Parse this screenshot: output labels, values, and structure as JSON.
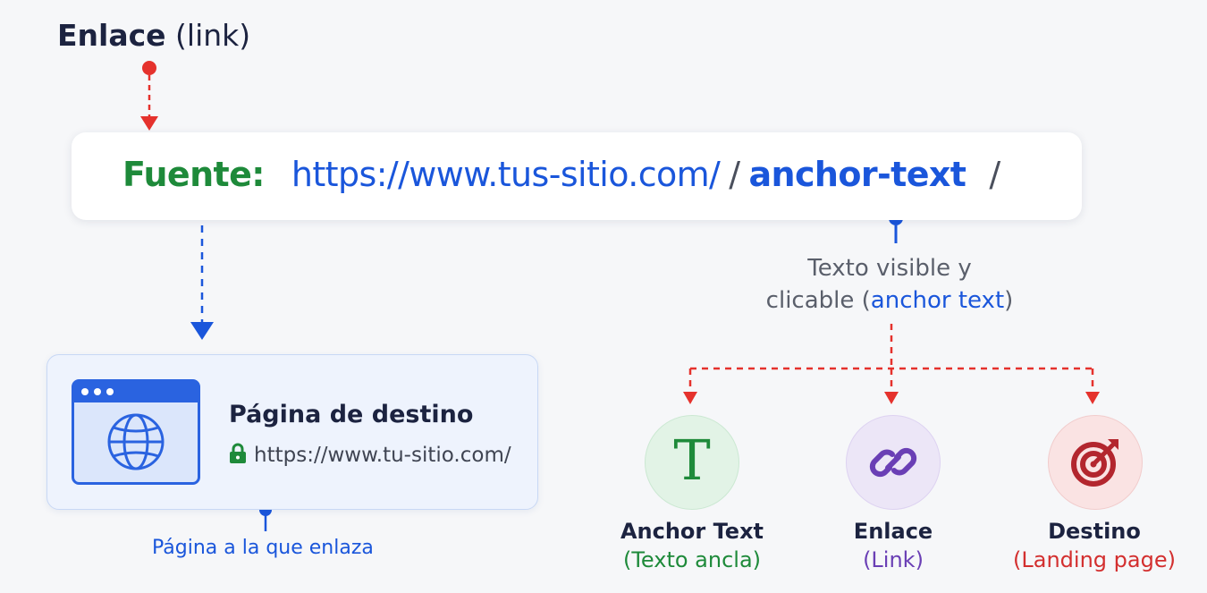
{
  "title": {
    "bold": "Enlace",
    "rest": " (link)"
  },
  "url_bar": {
    "fuente_label": "Fuente:",
    "host": "https://www.tus-sitio.com/",
    "slash": "/",
    "anchor": "anchor-text",
    "trailing_slash": "/"
  },
  "visible_text": {
    "line1": "Texto visible y",
    "line2_prefix": "clicable (",
    "line2_highlight": "anchor text",
    "line2_suffix": ")"
  },
  "destination": {
    "title": "Página de destino",
    "url": "https://www.tu-sitio.com/",
    "caption": "Página a la que enlaza"
  },
  "components": [
    {
      "icon": "T",
      "name": "Anchor Text",
      "sub": "(Texto ancla)"
    },
    {
      "icon": "link-icon",
      "name": "Enlace",
      "sub": "(Link)"
    },
    {
      "icon": "target-icon",
      "name": "Destino",
      "sub": "(Landing page)"
    }
  ],
  "colors": {
    "red": "#e5322d",
    "blue": "#1a56db",
    "green": "#1e8a3a",
    "purple": "#6a3fb5",
    "dark_red": "#b3262e"
  }
}
